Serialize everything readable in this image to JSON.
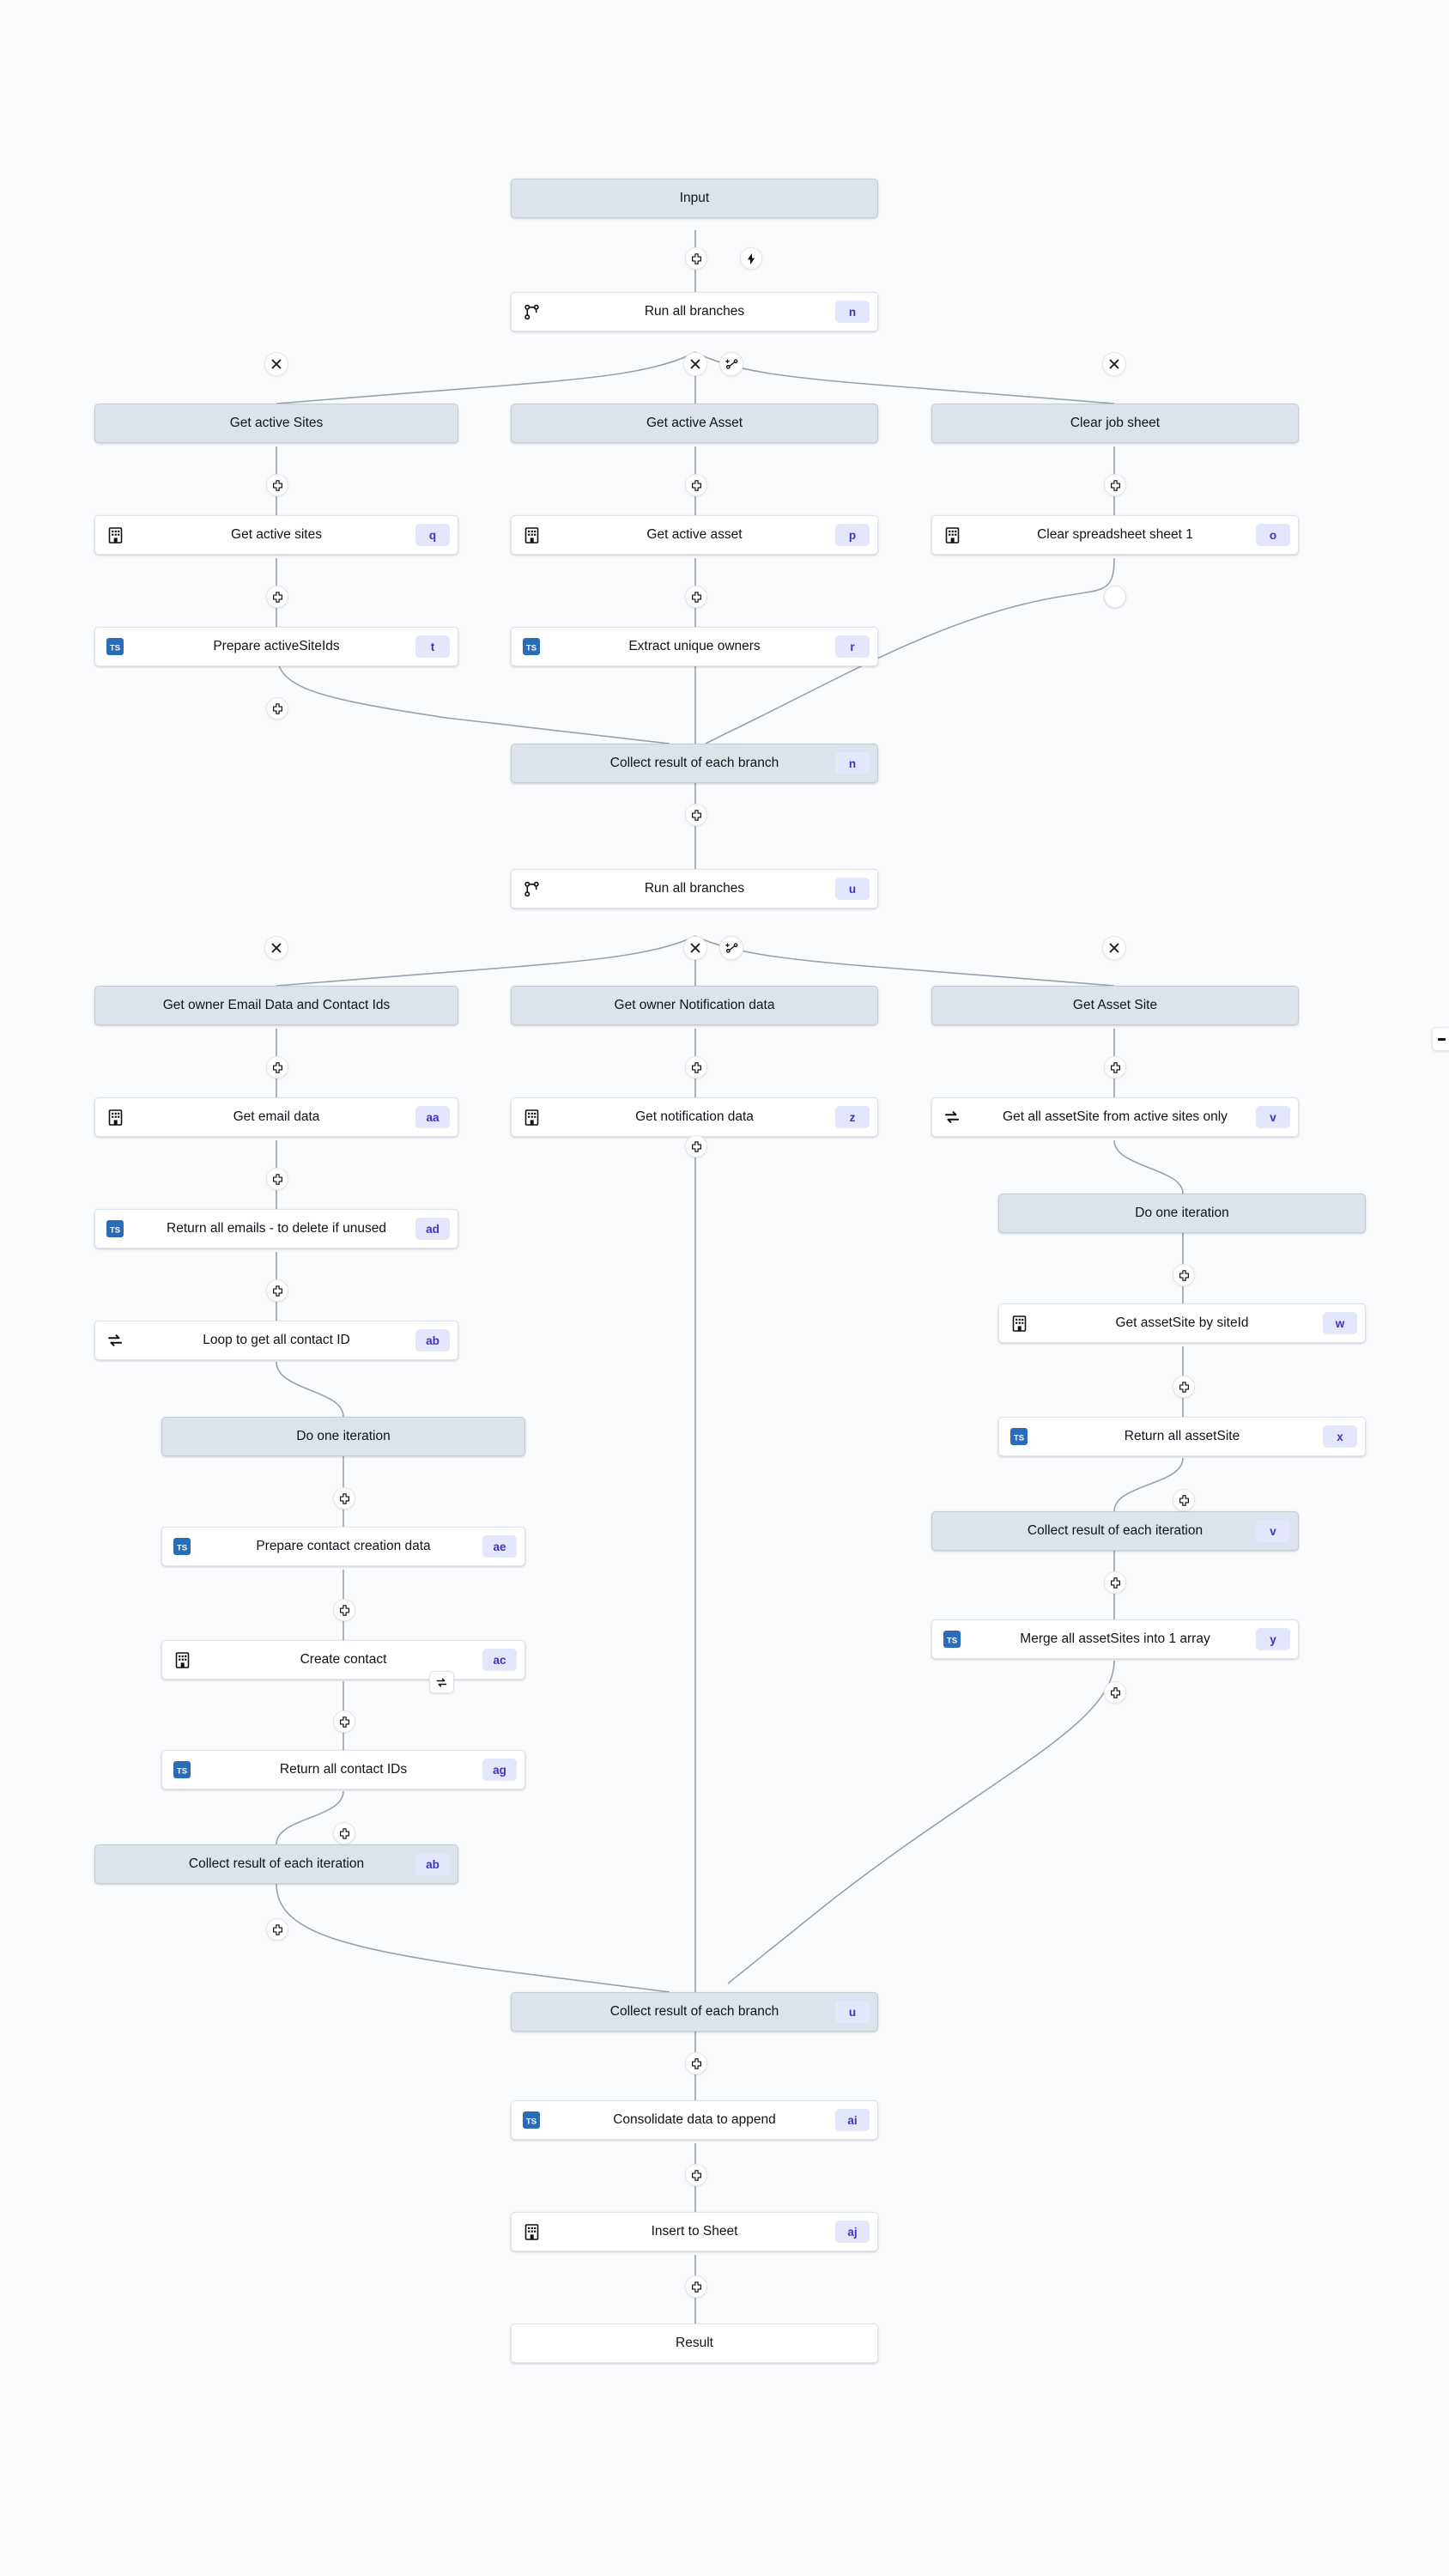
{
  "canvas": {
    "background_color": "#fafbfd",
    "node_fill_action": "#ffffff",
    "node_fill_group": "#dde3ea",
    "badge_bg": "#e4e6fb",
    "badge_text_color": "#3b34c4",
    "edge_color": "#9aa0aa",
    "ts_icon_color": "#2b6cb8"
  },
  "nodes": [
    {
      "id": "input",
      "label": "Input",
      "kind": "term",
      "icon": "none",
      "badge": ""
    },
    {
      "id": "run_branches_1",
      "label": "Run all branches",
      "kind": "action",
      "icon": "branch-icon",
      "badge": "n"
    },
    {
      "id": "grp_sites",
      "label": "Get active Sites",
      "kind": "group",
      "icon": "none",
      "badge": ""
    },
    {
      "id": "grp_asset",
      "label": "Get active Asset",
      "kind": "group",
      "icon": "none",
      "badge": ""
    },
    {
      "id": "grp_clear",
      "label": "Clear job sheet",
      "kind": "group",
      "icon": "none",
      "badge": ""
    },
    {
      "id": "get_active_sites",
      "label": "Get active sites",
      "kind": "action",
      "icon": "app-icon",
      "badge": "q"
    },
    {
      "id": "get_active_asset",
      "label": "Get active asset",
      "kind": "action",
      "icon": "app-icon",
      "badge": "p"
    },
    {
      "id": "clear_sheet_1",
      "label": "Clear spreadsheet sheet 1",
      "kind": "action",
      "icon": "app-icon",
      "badge": "o"
    },
    {
      "id": "prepare_ids",
      "label": "Prepare activeSiteIds",
      "kind": "action",
      "icon": "ts-icon",
      "badge": "t"
    },
    {
      "id": "extract_owners",
      "label": "Extract unique owners",
      "kind": "action",
      "icon": "ts-icon",
      "badge": "r"
    },
    {
      "id": "collect_branch_1",
      "label": "Collect result of each branch",
      "kind": "group",
      "icon": "none",
      "badge": "n"
    },
    {
      "id": "run_branches_2",
      "label": "Run all branches",
      "kind": "action",
      "icon": "branch-icon",
      "badge": "u"
    },
    {
      "id": "grp_owner_email",
      "label": "Get owner Email Data and Contact Ids",
      "kind": "group",
      "icon": "none",
      "badge": ""
    },
    {
      "id": "grp_owner_notif",
      "label": "Get owner Notification data",
      "kind": "group",
      "icon": "none",
      "badge": ""
    },
    {
      "id": "grp_asset_site",
      "label": "Get Asset Site",
      "kind": "group",
      "icon": "none",
      "badge": ""
    },
    {
      "id": "get_email_data",
      "label": "Get email data",
      "kind": "action",
      "icon": "app-icon",
      "badge": "aa"
    },
    {
      "id": "get_notif_data",
      "label": "Get notification data",
      "kind": "action",
      "icon": "app-icon",
      "badge": "z"
    },
    {
      "id": "get_all_assetsite",
      "label": "Get all assetSite from active sites only",
      "kind": "action",
      "icon": "loop-icon",
      "badge": "v"
    },
    {
      "id": "return_emails",
      "label": "Return all emails - to delete if unused",
      "kind": "action",
      "icon": "ts-icon",
      "badge": "ad"
    },
    {
      "id": "do_iter_right",
      "label": "Do one iteration",
      "kind": "group",
      "icon": "none",
      "badge": ""
    },
    {
      "id": "loop_contact_id",
      "label": "Loop to get all contact ID",
      "kind": "action",
      "icon": "loop-icon",
      "badge": "ab"
    },
    {
      "id": "get_assetsite_id",
      "label": "Get assetSite by siteId",
      "kind": "action",
      "icon": "app-icon",
      "badge": "w"
    },
    {
      "id": "do_iter_left",
      "label": "Do one iteration",
      "kind": "group",
      "icon": "none",
      "badge": ""
    },
    {
      "id": "return_assetsite",
      "label": "Return all assetSite",
      "kind": "action",
      "icon": "ts-icon",
      "badge": "x"
    },
    {
      "id": "prep_contact",
      "label": "Prepare contact creation data",
      "kind": "action",
      "icon": "ts-icon",
      "badge": "ae"
    },
    {
      "id": "collect_iter_r",
      "label": "Collect result of each iteration",
      "kind": "group",
      "icon": "none",
      "badge": "v"
    },
    {
      "id": "create_contact",
      "label": "Create contact",
      "kind": "action",
      "icon": "app-icon",
      "badge": "ac",
      "retry": true
    },
    {
      "id": "merge_assetsites",
      "label": "Merge all assetSites into 1 array",
      "kind": "action",
      "icon": "ts-icon",
      "badge": "y"
    },
    {
      "id": "return_contact_ids",
      "label": "Return all contact IDs",
      "kind": "action",
      "icon": "ts-icon",
      "badge": "ag"
    },
    {
      "id": "collect_iter_l",
      "label": "Collect result of each iteration",
      "kind": "group",
      "icon": "none",
      "badge": "ab"
    },
    {
      "id": "collect_branch_2",
      "label": "Collect result of each branch",
      "kind": "group",
      "icon": "none",
      "badge": "u"
    },
    {
      "id": "consolidate",
      "label": "Consolidate data to append",
      "kind": "action",
      "icon": "ts-icon",
      "badge": "ai"
    },
    {
      "id": "insert_sheet",
      "label": "Insert to Sheet",
      "kind": "action",
      "icon": "app-icon",
      "badge": "aj"
    },
    {
      "id": "result",
      "label": "Result",
      "kind": "term",
      "icon": "none",
      "badge": ""
    }
  ],
  "controls": {
    "add_step": "add-step-icon",
    "trigger": "lightning-icon",
    "remove_branch": "close-icon",
    "add_branch": "add-branch-icon",
    "retry": "retry-icon",
    "collapse_stub": "collapse-icon"
  }
}
